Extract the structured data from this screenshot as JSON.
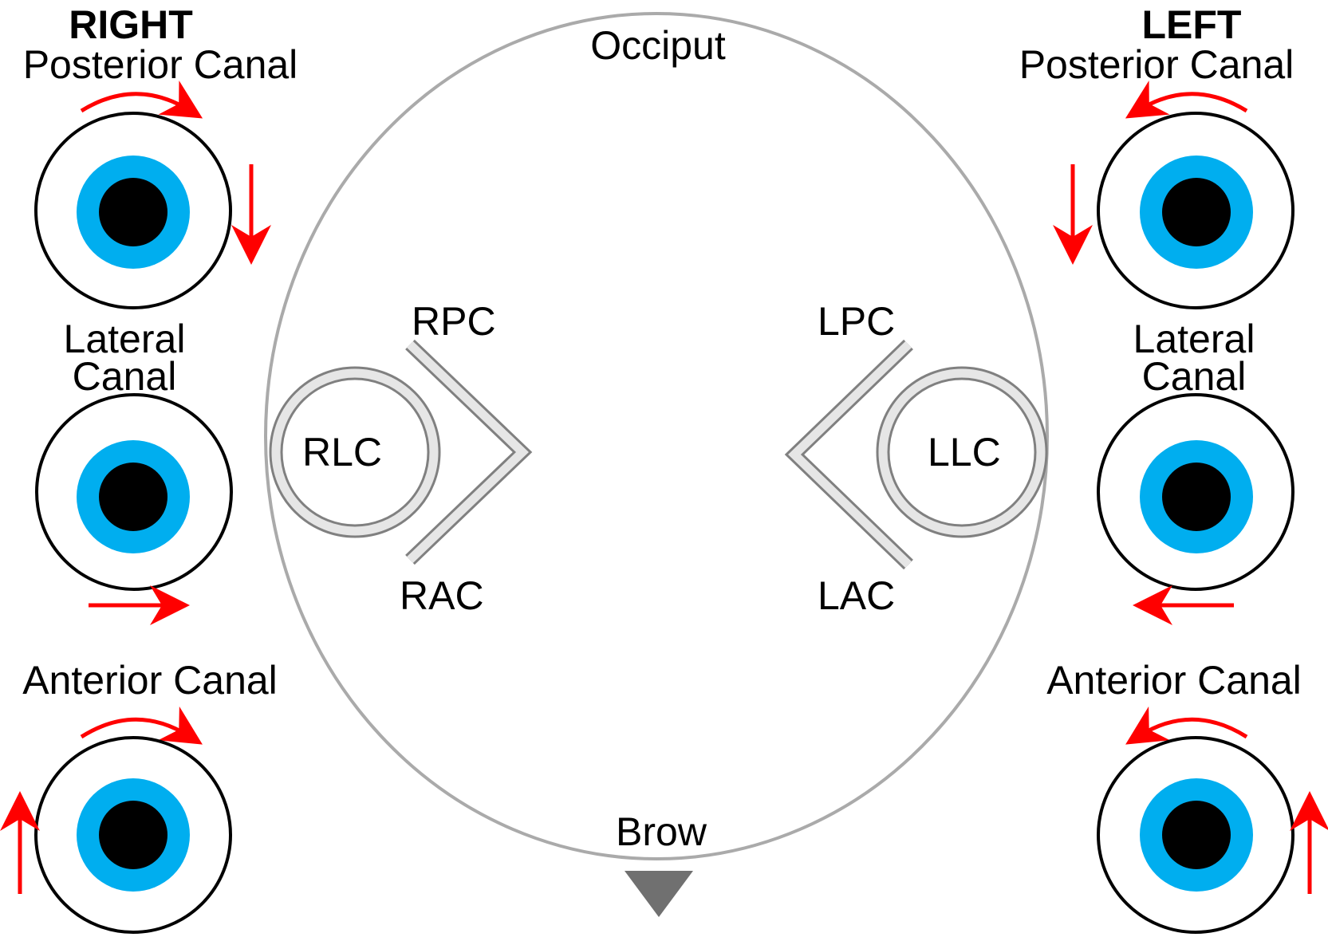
{
  "colors": {
    "head_outline": "#aaaaaa",
    "canal_fill": "#e6e6e6",
    "canal_stroke": "#808080",
    "nose_fill": "#707070",
    "iris": "#00aeef",
    "pupil": "#000000",
    "eye_outline": "#000000",
    "arrow": "#ff0000",
    "background": "#ffffff"
  },
  "head": {
    "occiput_label": "Occiput",
    "brow_label": "Brow",
    "canals": {
      "right_posterior": "RPC",
      "right_anterior": "RAC",
      "right_lateral": "RLC",
      "left_posterior": "LPC",
      "left_anterior": "LAC",
      "left_lateral": "LLC"
    }
  },
  "right_side": {
    "title": "RIGHT",
    "posterior": {
      "label": "Posterior Canal",
      "icon": "eye-icon",
      "torsion": "clockwise",
      "vertical": "down"
    },
    "lateral": {
      "label_line1": "Lateral",
      "label_line2": "Canal",
      "icon": "eye-icon",
      "horizontal": "right"
    },
    "anterior": {
      "label": "Anterior Canal",
      "icon": "eye-icon",
      "torsion": "clockwise",
      "vertical": "up"
    }
  },
  "left_side": {
    "title": "LEFT",
    "posterior": {
      "label": "Posterior Canal",
      "icon": "eye-icon",
      "torsion": "counterclockwise",
      "vertical": "down"
    },
    "lateral": {
      "label_line1": "Lateral",
      "label_line2": "Canal",
      "icon": "eye-icon",
      "horizontal": "left"
    },
    "anterior": {
      "label": "Anterior Canal",
      "icon": "eye-icon",
      "torsion": "counterclockwise",
      "vertical": "up"
    }
  }
}
